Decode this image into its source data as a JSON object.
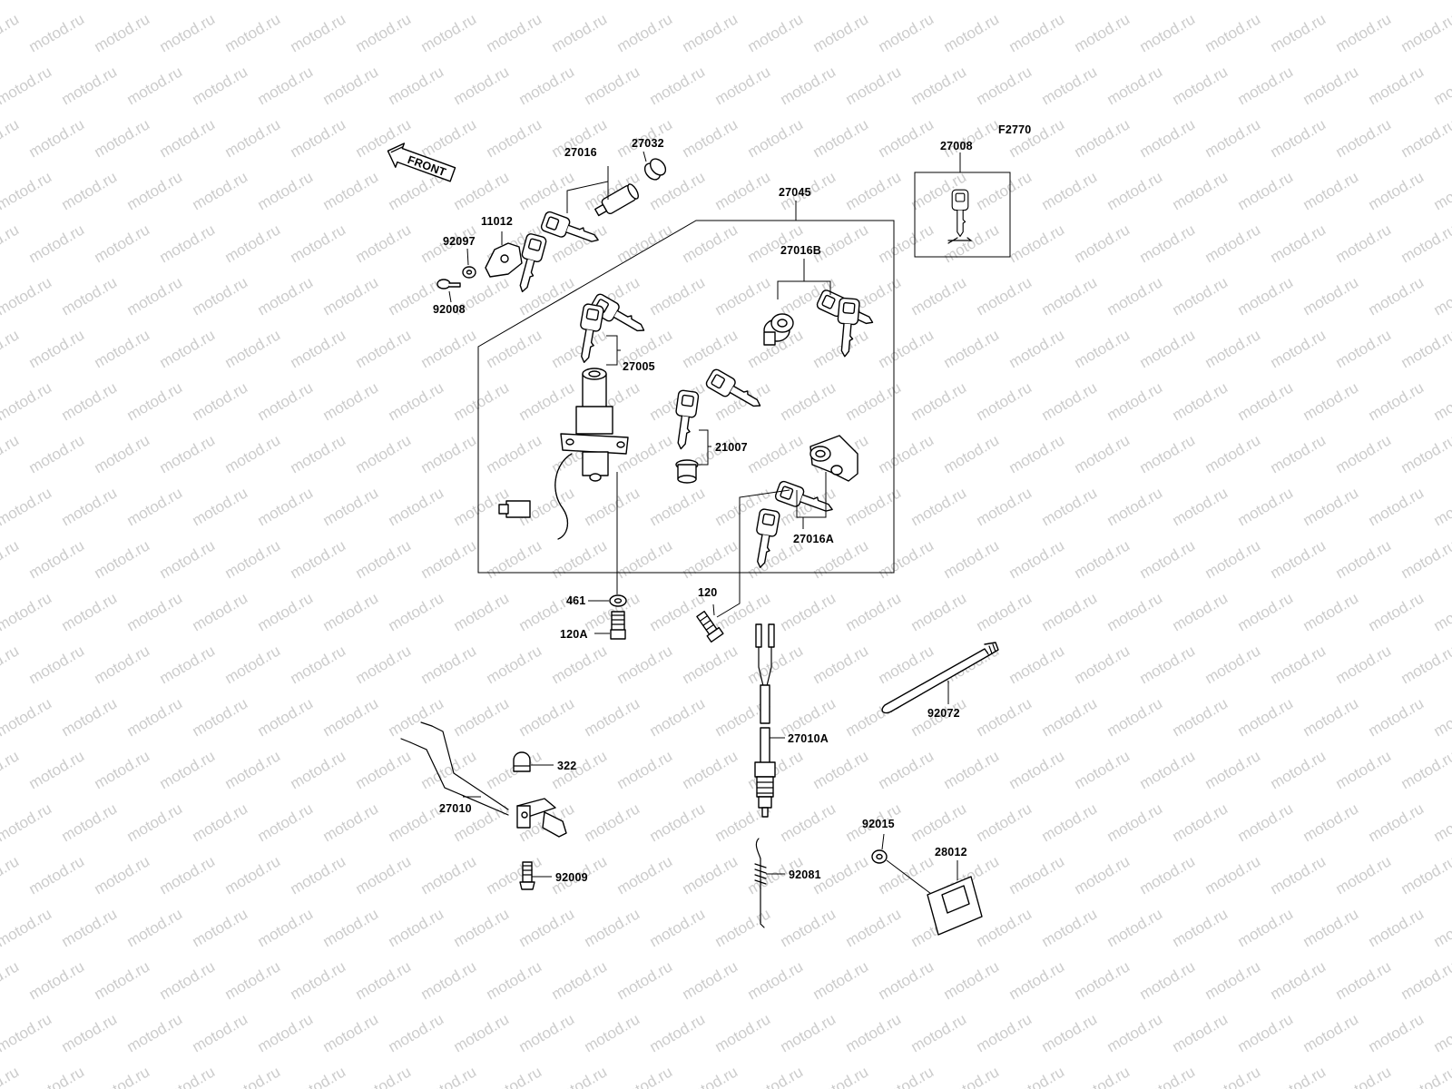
{
  "diagram": {
    "code": "F2770",
    "front_label": "FRONT",
    "watermark": "motod.ru"
  },
  "labels": {
    "p27016": "27016",
    "p27032": "27032",
    "p11012": "11012",
    "p92097": "92097",
    "p92008": "92008",
    "p27045": "27045",
    "p27008": "27008",
    "p27016B": "27016B",
    "p27005": "27005",
    "p21007": "21007",
    "p27016A": "27016A",
    "p461": "461",
    "p120A": "120A",
    "p120": "120",
    "p92072": "92072",
    "p27010A": "27010A",
    "p322": "322",
    "p27010": "27010",
    "p92009": "92009",
    "p92015": "92015",
    "p28012": "28012",
    "p92081": "92081"
  }
}
